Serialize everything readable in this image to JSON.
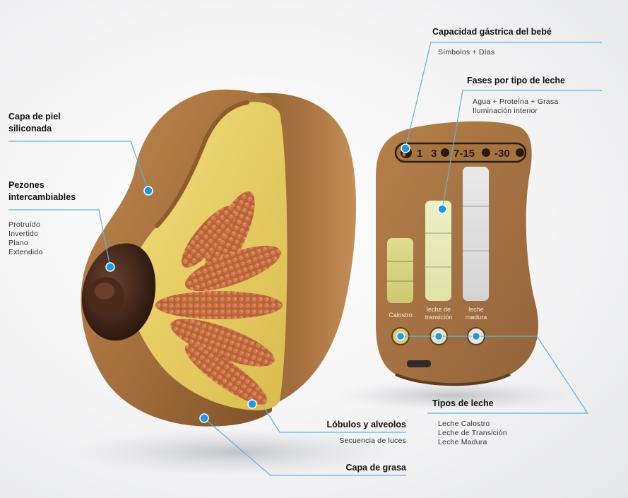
{
  "labels": {
    "piel": {
      "title": "Capa de piel\nsiliconada"
    },
    "pezones": {
      "title": "Pezones\nintercambiables",
      "items": "Protruído\nInvertido\nPlano\nExtendido"
    },
    "capacidad": {
      "title": "Capacidad gástrica del bebé",
      "sub": "Símbolos + Días"
    },
    "fases": {
      "title": "Fases por tipo de leche",
      "sub": "Agua + Proteína + Grasa\nIluminación interior"
    },
    "tipos": {
      "title": "Tipos de leche",
      "items": "Leche Calostro\nLeche de Transición\nLeche Madura"
    },
    "lobulos": {
      "title": "Lóbulos y alveolos",
      "sub": "Secuencia de luces"
    },
    "grasa": {
      "title": "Capa de grasa"
    }
  },
  "panel": {
    "days": [
      "1",
      "3",
      "7-15",
      "-30"
    ],
    "bars": [
      {
        "label": "Calostro"
      },
      {
        "label": "leche de\ntransición"
      },
      {
        "label": "leche\nmadura"
      }
    ]
  },
  "colors": {
    "accent_line": "#5ab4dd",
    "marker": "#1d9be0",
    "skin": "#b07a44",
    "fat": "#ead26a",
    "lobule": "#c06b40",
    "nipple": "#3e2417"
  },
  "icons": [
    "stomach-icon"
  ]
}
